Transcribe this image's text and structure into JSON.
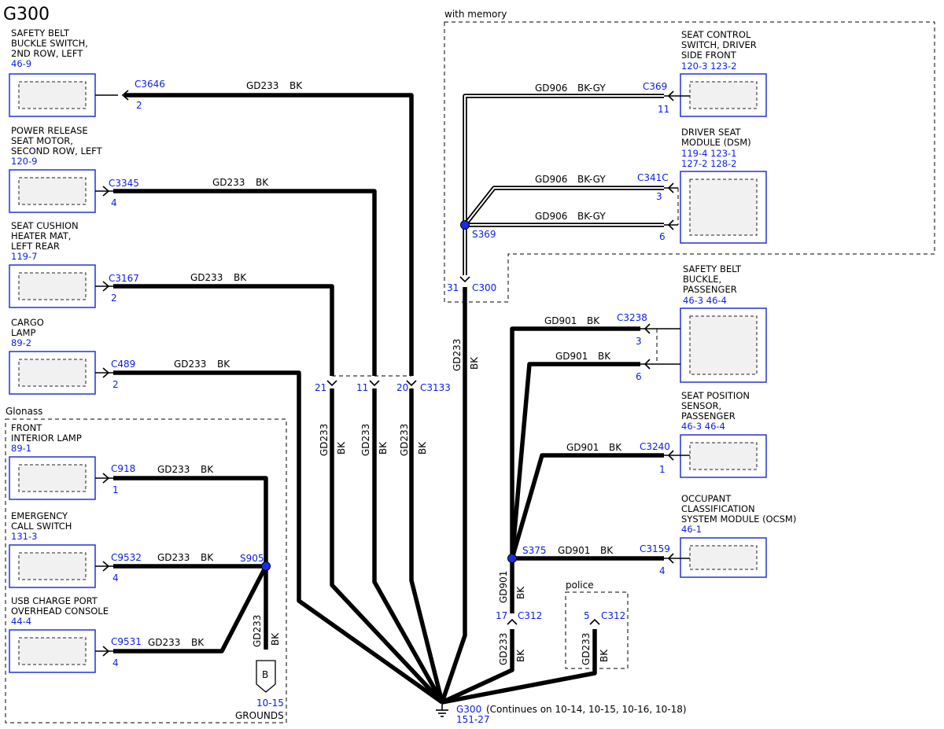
{
  "title": "G300",
  "groups": {
    "with_memory": "with memory",
    "glonass": "Glonass",
    "police": "police"
  },
  "components": {
    "sb_2nd_row": {
      "lines": [
        "SAFETY BELT",
        "BUCKLE SWITCH,",
        "2ND ROW, LEFT"
      ],
      "refs": [
        "46-9"
      ]
    },
    "power_release": {
      "lines": [
        "POWER RELEASE",
        "SEAT MOTOR,",
        "SECOND ROW, LEFT"
      ],
      "refs": [
        "120-9"
      ]
    },
    "seat_cushion": {
      "lines": [
        "SEAT CUSHION",
        "HEATER MAT,",
        "LEFT REAR"
      ],
      "refs": [
        "119-7"
      ]
    },
    "cargo_lamp": {
      "lines": [
        "CARGO",
        "LAMP"
      ],
      "refs": [
        "89-2"
      ]
    },
    "front_interior": {
      "lines": [
        "FRONT",
        "INTERIOR LAMP"
      ],
      "refs": [
        "89-1"
      ]
    },
    "emergency_call": {
      "lines": [
        "EMERGENCY",
        "CALL SWITCH"
      ],
      "refs": [
        "131-3"
      ]
    },
    "usb_charge": {
      "lines": [
        "USB CHARGE PORT",
        "OVERHEAD CONSOLE"
      ],
      "refs": [
        "44-4"
      ]
    },
    "seat_control": {
      "lines": [
        "SEAT CONTROL",
        "SWITCH, DRIVER",
        "SIDE FRONT"
      ],
      "refs": [
        "120-3   123-2"
      ]
    },
    "dsm": {
      "lines": [
        "DRIVER SEAT",
        "MODULE (DSM)"
      ],
      "refs": [
        "119-4   123-1",
        "127-2   128-2"
      ]
    },
    "sb_passenger": {
      "lines": [
        "SAFETY BELT",
        "BUCKLE,",
        "PASSENGER"
      ],
      "refs": [
        "46-3    46-4"
      ]
    },
    "seat_pos": {
      "lines": [
        "SEAT POSITION",
        "SENSOR,",
        "PASSENGER"
      ],
      "refs": [
        "46-3    46-4"
      ]
    },
    "ocsm": {
      "lines": [
        "OCCUPANT",
        "CLASSIFICATION",
        "SYSTEM MODULE (OCSM)"
      ],
      "refs": [
        "46-1"
      ]
    }
  },
  "connectors": {
    "c3646": {
      "name": "C3646",
      "pin": "2"
    },
    "c3345": {
      "name": "C3345",
      "pin": "4"
    },
    "c3167": {
      "name": "C3167",
      "pin": "2"
    },
    "c489": {
      "name": "C489",
      "pin": "2"
    },
    "c918": {
      "name": "C918",
      "pin": "1"
    },
    "c9532": {
      "name": "C9532",
      "pin": "4"
    },
    "c9531": {
      "name": "C9531",
      "pin": "4"
    },
    "c369": {
      "name": "C369",
      "pin": "11"
    },
    "c341c": {
      "name": "C341C",
      "pin_a": "3",
      "pin_b": "6"
    },
    "c300": {
      "name": "C300",
      "pin": "31"
    },
    "c3133": {
      "name": "C3133",
      "pin_a": "21",
      "pin_b": "11",
      "pin_c": "20"
    },
    "c3238": {
      "name": "C3238",
      "pin_a": "3",
      "pin_b": "6"
    },
    "c3240": {
      "name": "C3240",
      "pin": "1"
    },
    "c3159": {
      "name": "C3159",
      "pin": "4"
    },
    "c312_a": {
      "name": "C312",
      "pin": "17"
    },
    "c312_b": {
      "name": "C312",
      "pin": "5"
    }
  },
  "splices": {
    "s905": "S905",
    "s369": "S369",
    "s375": "S375"
  },
  "wires": {
    "gd233": "GD233",
    "gd906": "GD906",
    "gd901": "GD901",
    "bk": "BK",
    "bkgy": "BK-GY"
  },
  "ground": {
    "name": "G300",
    "ref": "151-27",
    "note": "(Continues on 10-14, 10-15, 10-16, 10-18)"
  },
  "grounds_ref": {
    "letter": "B",
    "ref": "10-15",
    "label": "GROUNDS"
  }
}
